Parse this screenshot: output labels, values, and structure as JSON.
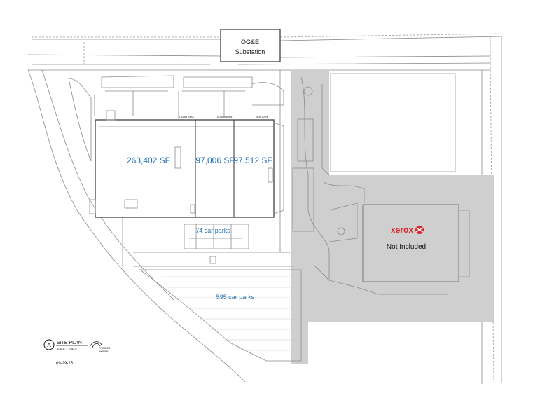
{
  "substation": {
    "line1": "OG&E",
    "line2": "Substation"
  },
  "buildings": [
    {
      "area": "263,402 SF"
    },
    {
      "area": "97,006 SF"
    },
    {
      "area": "97,512 SF"
    }
  ],
  "parking": {
    "north": "74 car parks",
    "south": "595 car parks"
  },
  "excluded": {
    "brand": "xerox",
    "label": "Not Included"
  },
  "title_block": {
    "marker": "A",
    "title": "SITE PLAN",
    "scale": "SCALE: 1\" = 80'-0\"",
    "north_line1": "PROJECT",
    "north_line2": "NORTH",
    "date": "09-29-25"
  },
  "colors": {
    "area_label": "#1f6fb5",
    "excluded_zone": "#cfcfcf",
    "brand_red": "#d6262e"
  }
}
